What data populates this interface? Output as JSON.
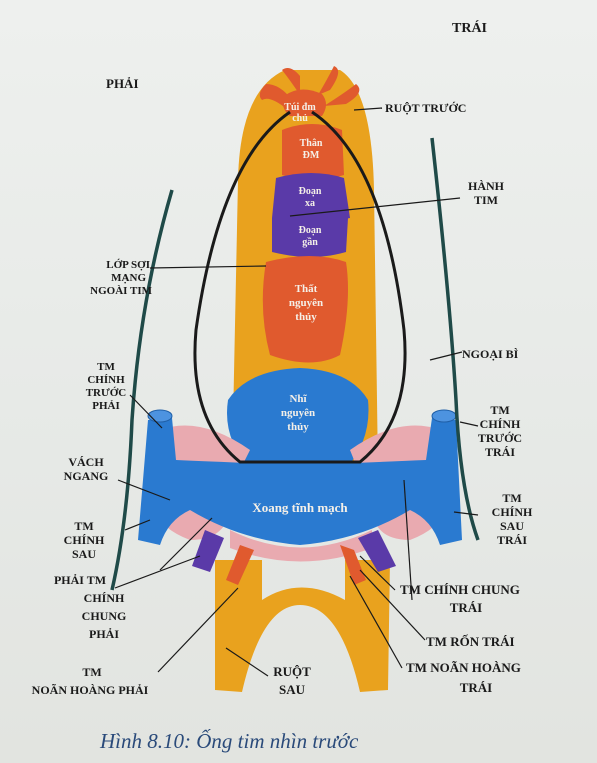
{
  "labels": {
    "phai": "PHẢI",
    "trai": "TRÁI",
    "ruot_truoc": "RUỘT TRƯỚC",
    "hanh_tim": [
      "HÀNH",
      "TIM"
    ],
    "lop_soi": [
      "LỚP SỢI",
      "MẠNG",
      "NGOÀI TIM"
    ],
    "ngoai_bi": "NGOẠI BÌ",
    "tm_chinh_truoc_phai": [
      "TM",
      "CHÍNH",
      "TRƯỚC",
      "PHẢI"
    ],
    "tm_chinh_truoc_trai": [
      "TM",
      "CHÍNH",
      "TRƯỚC",
      "TRÁI"
    ],
    "vach_ngang": [
      "VÁCH",
      "NGANG"
    ],
    "tm_chinh_sau_phai": [
      "TM",
      "CHÍNH",
      "SAU",
      "PHẢI TM"
    ],
    "tm_chinh_chung_phai": [
      "CHÍNH",
      "CHUNG",
      "PHẢI"
    ],
    "tm_chinh_sau_trai": [
      "TM",
      "CHÍNH",
      "SAU",
      "TRÁI"
    ],
    "tm_chinh_chung_trai": [
      "TM CHÍNH CHUNG",
      "TRÁI"
    ],
    "tm_ron_trai": "TM RỐN TRÁI",
    "tm_noan_hoang_trai": [
      "TM NOÃN HOÀNG",
      "TRÁI"
    ],
    "tm_noan_hoang_phai": [
      "TM",
      "NOÃN HOÀNG PHẢI"
    ],
    "ruot_sau": [
      "RUỘT",
      "SAU"
    ]
  },
  "inner": {
    "tui_dm_chu": [
      "Túi đm",
      "chủ"
    ],
    "than_dm": [
      "Thân",
      "ĐM"
    ],
    "doan_xa": [
      "Đoạn",
      "xa"
    ],
    "doan_gan": [
      "Đoạn",
      "gần"
    ],
    "that": [
      "Thất",
      "nguyên",
      "thủy"
    ],
    "nhi": [
      "Nhĩ",
      "nguyên",
      "thủy"
    ],
    "xoang": "Xoang tĩnh mạch"
  },
  "caption": "Hình 8.10: Ống tim nhìn trước",
  "colors": {
    "gut": "#e9a21e",
    "red": "#e05a2e",
    "purple": "#5a3aa8",
    "blue": "#2a7ad0",
    "pink": "#e9aab0",
    "outline": "#1a1a1a",
    "ectoderm": "#1f4a48"
  }
}
